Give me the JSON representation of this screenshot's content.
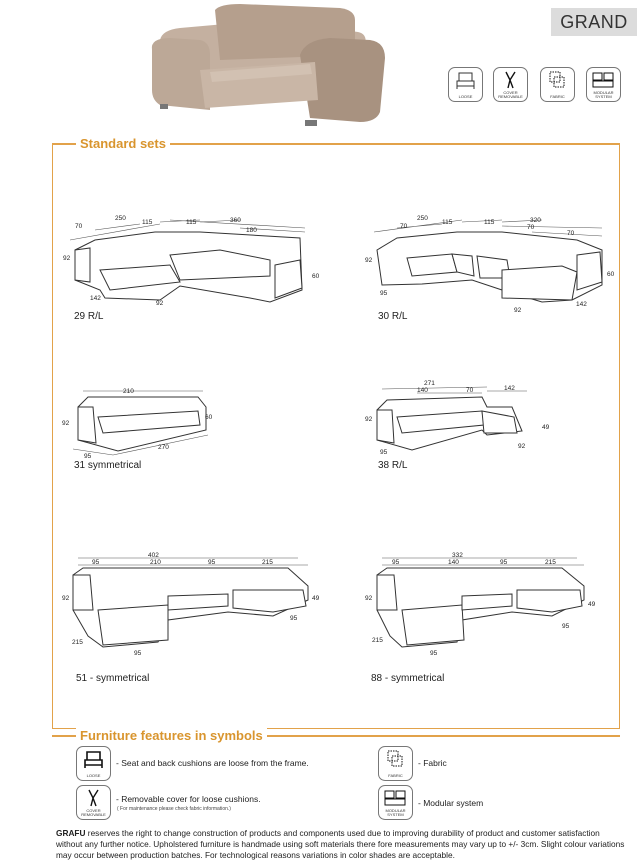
{
  "brand": "GRAND",
  "symbols_top": [
    {
      "icon": "loose-cushions-icon",
      "caption": "LOOSE"
    },
    {
      "icon": "removable-cover-icon",
      "caption": "COVER REMOVABLE"
    },
    {
      "icon": "fabric-icon",
      "caption": "FABRIC"
    },
    {
      "icon": "modular-system-icon",
      "caption": "MODULAR SYSTEM"
    }
  ],
  "standard_sets": {
    "title": "Standard sets",
    "sets": [
      {
        "label": "29 R/L",
        "dims": [
          "250",
          "70",
          "115",
          "115",
          "360",
          "180",
          "92",
          "60",
          "142",
          "92"
        ]
      },
      {
        "label": "30 R/L",
        "dims": [
          "250",
          "70",
          "115",
          "115",
          "320",
          "70",
          "70",
          "92",
          "60",
          "95",
          "92",
          "142"
        ]
      },
      {
        "label": "31 symmetrical",
        "dims": [
          "210",
          "92",
          "60",
          "270",
          "95"
        ]
      },
      {
        "label": "38 R/L",
        "dims": [
          "271",
          "140",
          "70",
          "142",
          "92",
          "49",
          "95",
          "92"
        ]
      },
      {
        "label": "51 - symmetrical",
        "dims": [
          "402",
          "95",
          "210",
          "95",
          "215",
          "92",
          "49",
          "95",
          "215",
          "95"
        ]
      },
      {
        "label": "88 - symmetrical",
        "dims": [
          "332",
          "95",
          "140",
          "95",
          "215",
          "92",
          "49",
          "95",
          "215",
          "95"
        ]
      }
    ]
  },
  "features": {
    "title": "Furniture features in symbols",
    "items": [
      {
        "caption": "LOOSE",
        "text": "- Seat and back cushions are loose from the frame.",
        "sub": ""
      },
      {
        "caption": "COVER REMOVABLE",
        "text": "- Removable cover for loose cushions.",
        "sub": "( For maintenance please check fabric information.)"
      },
      {
        "caption": "FABRIC",
        "text": "- Fabric",
        "sub": ""
      },
      {
        "caption": "MODULAR SYSTEM",
        "text": "- Modular system",
        "sub": ""
      }
    ]
  },
  "footer": {
    "brand": "GRAFU",
    "text": " reserves the right to change construction of products and components used due to improving durability of product and customer satisfaction without any further notice. Upholstered furniture is handmade using soft materials there fore measurements may vary up to +/- 3cm. Slight colour variations may occur between production batches. For technological reasons variations in color shades are acceptable."
  },
  "colors": {
    "accent": "#e2a24a",
    "title": "#d9952e",
    "sofa": "#b9a493"
  }
}
